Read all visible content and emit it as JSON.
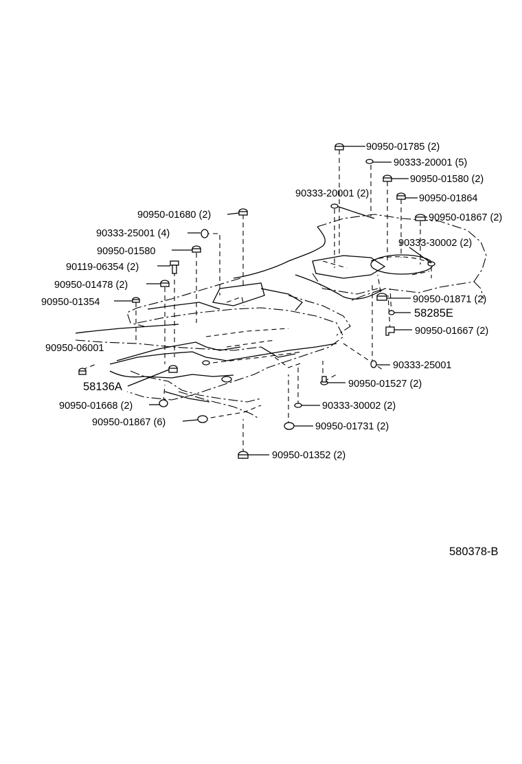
{
  "drawing_number": "580378-B",
  "parts": [
    {
      "id": "p1",
      "number": "90950-01785 (2)"
    },
    {
      "id": "p2",
      "number": "90333-20001 (5)"
    },
    {
      "id": "p3",
      "number": "90950-01580 (2)"
    },
    {
      "id": "p4",
      "number": "90333-20001 (2)"
    },
    {
      "id": "p5",
      "number": "90950-01864"
    },
    {
      "id": "p6",
      "number": "90950-01867 (2)"
    },
    {
      "id": "p7",
      "number": "90333-30002 (2)"
    },
    {
      "id": "p8",
      "number": "90950-01680 (2)"
    },
    {
      "id": "p9",
      "number": "90333-25001 (4)"
    },
    {
      "id": "p10",
      "number": "90950-01580"
    },
    {
      "id": "p11",
      "number": "90119-06354 (2)"
    },
    {
      "id": "p12",
      "number": "90950-01478 (2)"
    },
    {
      "id": "p13",
      "number": "90950-01354"
    },
    {
      "id": "p14",
      "number": "90950-01871 (2)"
    },
    {
      "id": "p15",
      "number": "58285E"
    },
    {
      "id": "p16",
      "number": "90950-01667 (2)"
    },
    {
      "id": "p17",
      "number": "90950-06001"
    },
    {
      "id": "p18",
      "number": "90333-25001"
    },
    {
      "id": "p19",
      "number": "58136A"
    },
    {
      "id": "p20",
      "number": "90950-01527 (2)"
    },
    {
      "id": "p21",
      "number": "90950-01668 (2)"
    },
    {
      "id": "p22",
      "number": "90333-30002 (2)"
    },
    {
      "id": "p23",
      "number": "90950-01867 (6)"
    },
    {
      "id": "p24",
      "number": "90950-01731 (2)"
    },
    {
      "id": "p25",
      "number": "90950-01352 (2)"
    }
  ]
}
